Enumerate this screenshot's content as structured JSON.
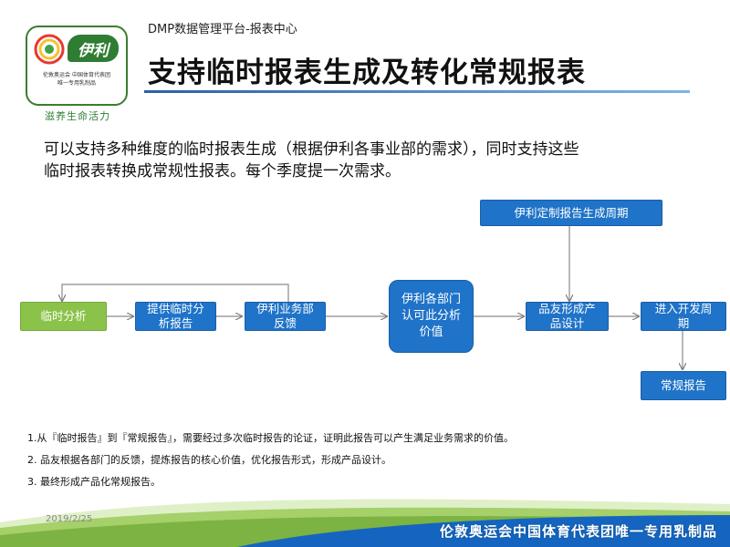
{
  "header": {
    "breadcrumb": "DMP数据管理平台-报表中心",
    "title": "支持临时报表生成及转化常规报表"
  },
  "logo": {
    "brand": "伊利",
    "caption_line1": "伦敦奥运会 中国体育代表团",
    "caption_line2": "唯一专用乳制品",
    "slogan": "滋养生命活力"
  },
  "intro": {
    "line1": "可以支持多种维度的临时报表生成（根据伊利各事业部的需求），同时支持这些",
    "line2": "临时报表转换成常规性报表。每个季度提一次需求。"
  },
  "flow": {
    "temp_analysis": "临时分析",
    "provide_report": "提供临时分\n析报告",
    "biz_feedback": "伊利业务部\n反馈",
    "dept_approve": "伊利各部门\n认可此分析\n价值",
    "design": "品友形成产\n品设计",
    "dev_cycle": "进入开发周\n期",
    "custom_cycle": "伊利定制报告生成周期",
    "regular_report": "常规报告"
  },
  "notes": [
    "1.从『临时报告』到『常规报告』，需要经过多次临时报告的论证，证明此报告可以产生满足业务需求的价值。",
    "2.  品友根据各部门的反馈，提炼报告的核心价值，优化报告形式，形成产品设计。",
    "3.  最终形成产品化常规报告。"
  ],
  "footer": {
    "date": "2019/2/25",
    "slogan": "伦敦奥运会中国体育代表团唯一专用乳制品"
  },
  "colors": {
    "node_blue": "#1f73c8",
    "node_green": "#8bc34a",
    "footer_blue": "#1565c0",
    "footer_green": "#7cb342"
  }
}
